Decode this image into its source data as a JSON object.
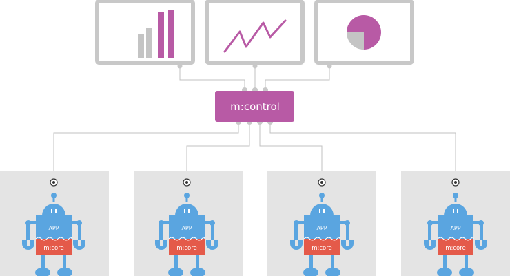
{
  "controller": {
    "label": "m:control"
  },
  "monitors": [
    {
      "icon": "bar-chart-icon"
    },
    {
      "icon": "line-chart-icon"
    },
    {
      "icon": "pie-chart-icon"
    }
  ],
  "robots": [
    {
      "app_label": "APP",
      "core_label": "m:core"
    },
    {
      "app_label": "APP",
      "core_label": "m:core"
    },
    {
      "app_label": "APP",
      "core_label": "m:core"
    },
    {
      "app_label": "APP",
      "core_label": "m:core"
    }
  ],
  "colors": {
    "accent": "#b85aa5",
    "robot": "#5aa5e0",
    "core": "#e45a4a",
    "panel": "#e4e4e4",
    "frame": "#c8c8c8",
    "wire": "#c0c0c0"
  }
}
